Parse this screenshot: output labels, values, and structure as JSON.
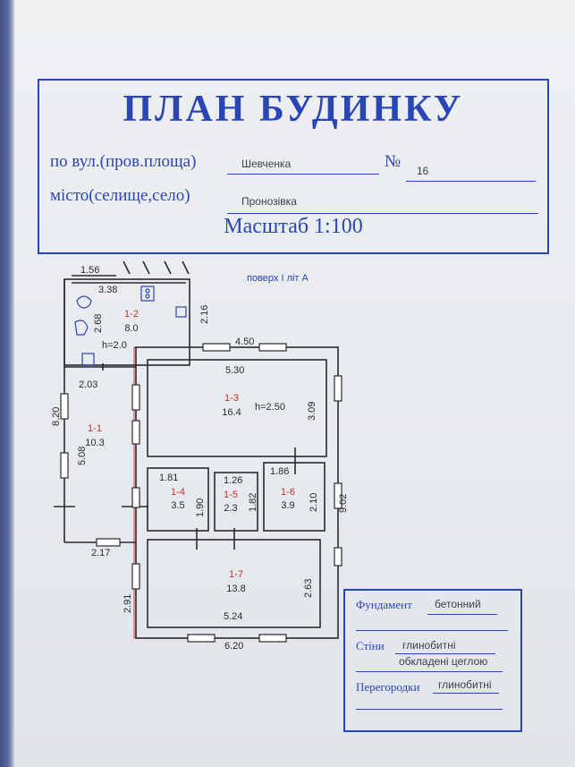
{
  "header": {
    "title": "ПЛАН БУДИНКУ",
    "street_label": "по вул.(пров.площа)",
    "street_value": "Шевченка",
    "number_label": "№",
    "number_value": "16",
    "city_label": "місто(селище,село)",
    "city_value": "Пронозівка",
    "scale": "Масштаб  1:100"
  },
  "floor_label": "поверх I    літ А",
  "rooms": [
    {
      "id": "1-1",
      "area": "10.3"
    },
    {
      "id": "1-2",
      "area": "8.0"
    },
    {
      "id": "1-3",
      "area": "16.4"
    },
    {
      "id": "1-4",
      "area": "3.5"
    },
    {
      "id": "1-5",
      "area": "2.3"
    },
    {
      "id": "1-6",
      "area": "3.9"
    },
    {
      "id": "1-7",
      "area": "13.8"
    }
  ],
  "heights": {
    "annex": "h=2.0",
    "main": "h=2.50"
  },
  "dimensions": {
    "d156": "1.56",
    "d338": "3.38",
    "d268": "2.68",
    "d216": "2.16",
    "d450": "4.50",
    "d530": "5.30",
    "d203": "2.03",
    "d820": "8.20",
    "d508": "5.08",
    "d309": "3.09",
    "d181": "1.81",
    "d126": "1.26",
    "d186": "1.86",
    "d190": "1.90",
    "d182": "1.82",
    "d210": "2.10",
    "d902": "9.02",
    "d217": "2.17",
    "d263": "2.63",
    "d291": "2.91",
    "d524": "5.24",
    "d620": "6.20"
  },
  "legend": {
    "foundation_label": "Фундамент",
    "foundation_value": "бетонний",
    "walls_label": "Стіни",
    "walls_value": "глинобитні",
    "walls_value2": "обкладені цеглою",
    "partitions_label": "Перегородки",
    "partitions_value": "глинобитні"
  },
  "colors": {
    "ink_blue": "#2a45b5",
    "room_red": "#c8312b",
    "outline_red": "#d23a32",
    "plan_black": "#2b2b2b"
  }
}
